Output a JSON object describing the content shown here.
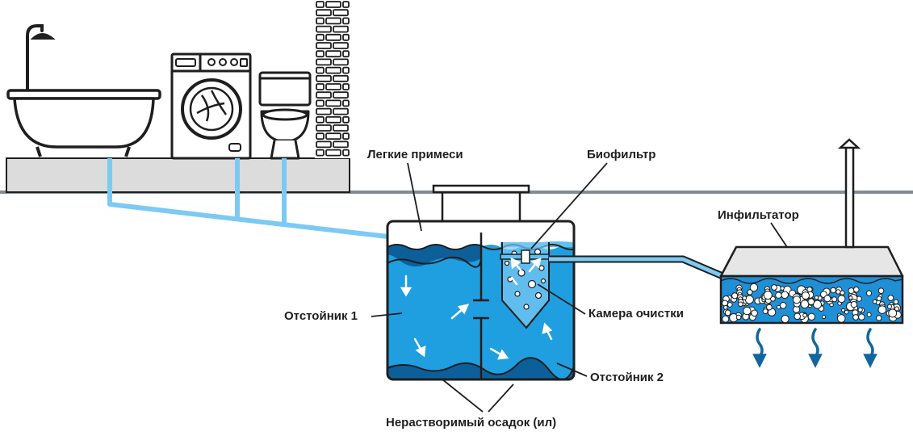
{
  "labels": {
    "light_impurities": "Легкие примеси",
    "biofilter": "Биофильтр",
    "infiltrator": "Инфильтатор",
    "settler_1": "Отстойник 1",
    "cleaning_chamber": "Камера очистки",
    "settler_2": "Отстойник 2",
    "sediment": "Нерастворимый осадок (ил)"
  },
  "colors": {
    "outline": "#1e1e1e",
    "water_light": "#1f9ee0",
    "water_dark": "#0d5f9a",
    "pipe": "#7ccaf3",
    "ground": "#828c96",
    "floor": "#dcdcdc",
    "infiltrator_top": "#e6e6e6",
    "infiltrator_bed": "#1f8fd6",
    "arrow_down": "#12669f"
  },
  "icons": [
    "bathtub-icon",
    "shower-icon",
    "washing-machine-icon",
    "toilet-icon",
    "brick-wall-icon",
    "vent-pipe-icon"
  ]
}
